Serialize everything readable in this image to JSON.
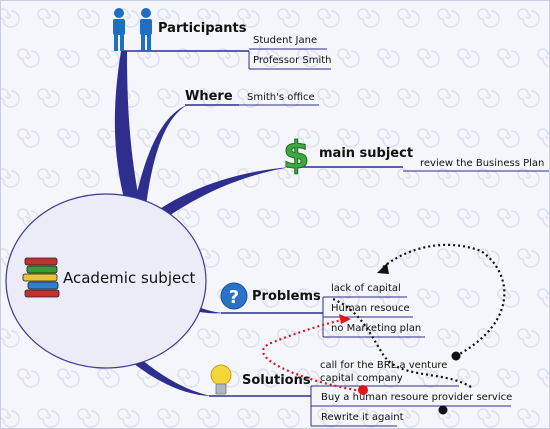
{
  "central": {
    "label": "Academic subject",
    "icon": "books-icon"
  },
  "branches": [
    {
      "label": "Participants",
      "icon": "people-icon",
      "items": [
        "Student Jane",
        "Professor Smith"
      ]
    },
    {
      "label": "Where",
      "icon": "",
      "items": [
        "Smith's office"
      ]
    },
    {
      "label": "main subject",
      "icon": "dollar-icon",
      "items": [
        "review the Business Plan"
      ]
    },
    {
      "label": "Problems",
      "icon": "question-icon",
      "items": [
        "lack of capital",
        "Human resouce",
        "no Marketing plan"
      ]
    },
    {
      "label": "Solutions",
      "icon": "lightbulb-icon",
      "items": [
        "call for the BRL a venture capital company",
        "Buy a human resoure provider service",
        "Rewrite it againt"
      ]
    }
  ],
  "colors": {
    "branch": "#2e2e8f",
    "central_fill": "#ececf8",
    "central_stroke": "#3a3a90",
    "dollar": "#3ea843",
    "question": "#2a72c8",
    "people": "#1e6ec2",
    "relation_red": "#e0161e",
    "relation_black": "#111111"
  }
}
